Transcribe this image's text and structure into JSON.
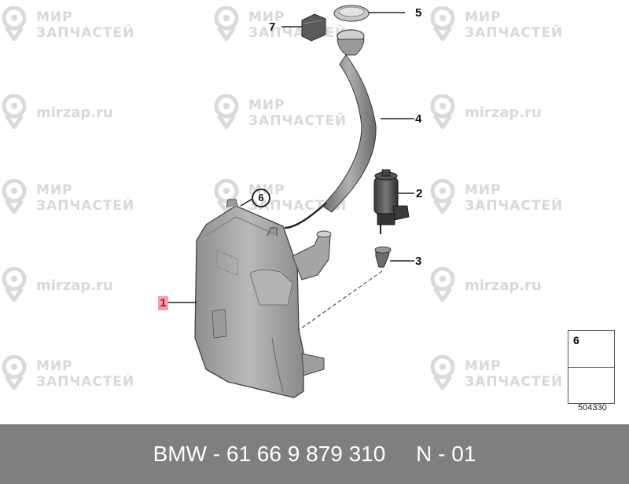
{
  "watermark": {
    "line1": "МИР",
    "line2": "ЗАПЧАСТЕЙ",
    "domain": "mirzap.ru"
  },
  "callouts": {
    "c1": "1",
    "c2": "2",
    "c3": "3",
    "c4": "4",
    "c5": "5",
    "c6": "6",
    "c7": "7"
  },
  "legend": {
    "item_number": "6"
  },
  "diagram_code": "504330",
  "footer": {
    "text": "BMW - 61 66 9 879 310     N - 01"
  },
  "colors": {
    "footer_bg": "#7f7f7f",
    "footer_text": "#ffffff",
    "label_highlight": "#f4a0a8",
    "label_text": "#c0101c",
    "watermark": "#d9d9d9",
    "part_fill": "#a6a6a6"
  }
}
